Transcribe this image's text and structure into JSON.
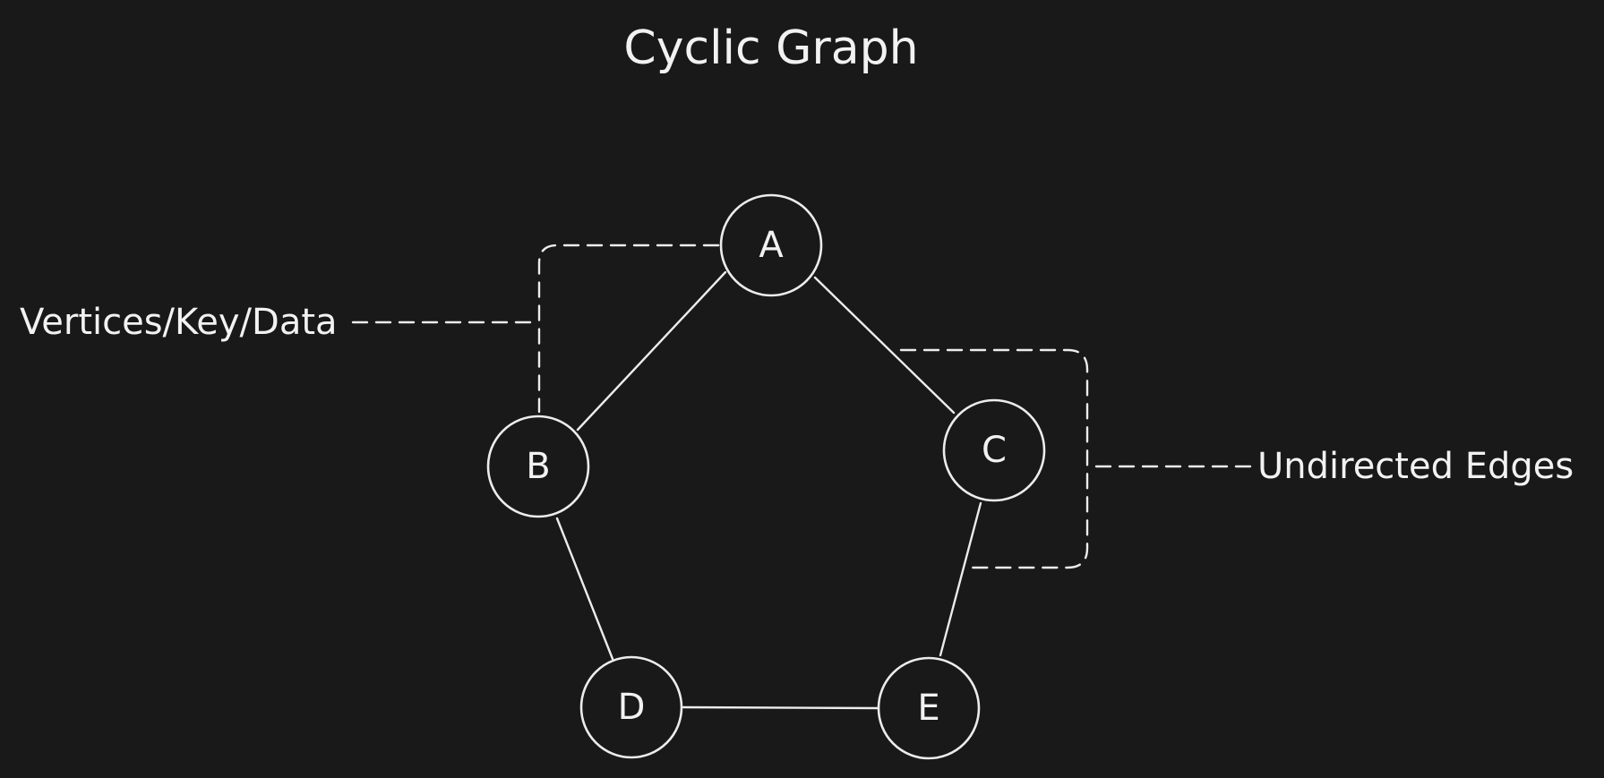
{
  "title": "Cyclic Graph",
  "nodes": [
    {
      "id": "A",
      "label": "A"
    },
    {
      "id": "B",
      "label": "B"
    },
    {
      "id": "C",
      "label": "C"
    },
    {
      "id": "D",
      "label": "D"
    },
    {
      "id": "E",
      "label": "E"
    }
  ],
  "edges": [
    {
      "from": "A",
      "to": "B"
    },
    {
      "from": "A",
      "to": "C"
    },
    {
      "from": "B",
      "to": "D"
    },
    {
      "from": "C",
      "to": "E"
    },
    {
      "from": "D",
      "to": "E"
    }
  ],
  "annotations": {
    "vertices": "Vertices/Key/Data",
    "edges": "Undirected Edges"
  },
  "colors": {
    "background": "#191919",
    "stroke": "#ececec",
    "text": "#f2f2f2"
  }
}
